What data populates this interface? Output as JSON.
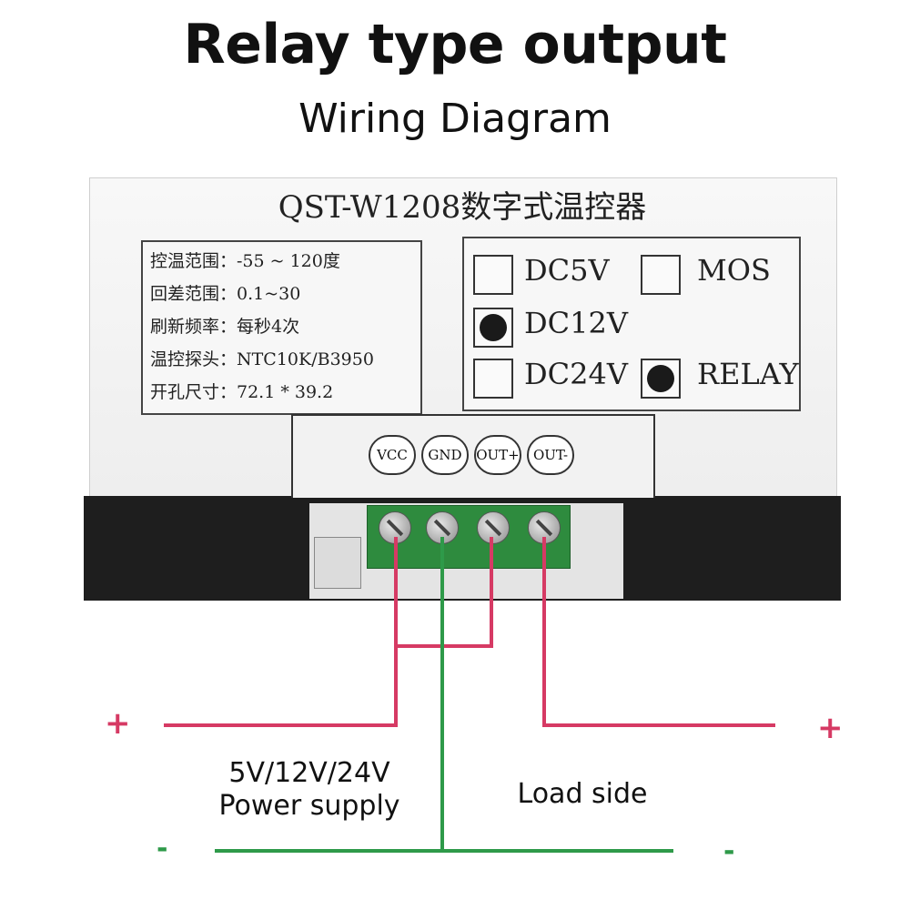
{
  "header": {
    "title": "Relay type output",
    "subtitle": "Wiring Diagram"
  },
  "device": {
    "model_title": "QST-W1208数字式温控器",
    "specs": [
      "控温范围：-55 ~ 120度",
      "回差范围：0.1~30",
      "刷新频率：每秒4次",
      "温控探头：NTC10K/B3950",
      "开孔尺寸：72.1 * 39.2"
    ],
    "options": [
      {
        "label": "DC5V",
        "checked": false
      },
      {
        "label": "MOS",
        "checked": false
      },
      {
        "label": "DC12V",
        "checked": true
      },
      {
        "label": "DC24V",
        "checked": false
      },
      {
        "label": "RELAY",
        "checked": true
      }
    ],
    "terminals": [
      "VCC",
      "GND",
      "OUT+",
      "OUT-"
    ]
  },
  "wiring": {
    "plus_symbol": "+",
    "minus_symbol": "-",
    "supply_caption_line1": "5V/12V/24V",
    "supply_caption_line2": "Power supply",
    "load_caption": "Load side",
    "colors": {
      "positive_wire": "#d63a64",
      "negative_wire": "#2e9a49",
      "terminal_block": "#2e8b3e"
    }
  }
}
